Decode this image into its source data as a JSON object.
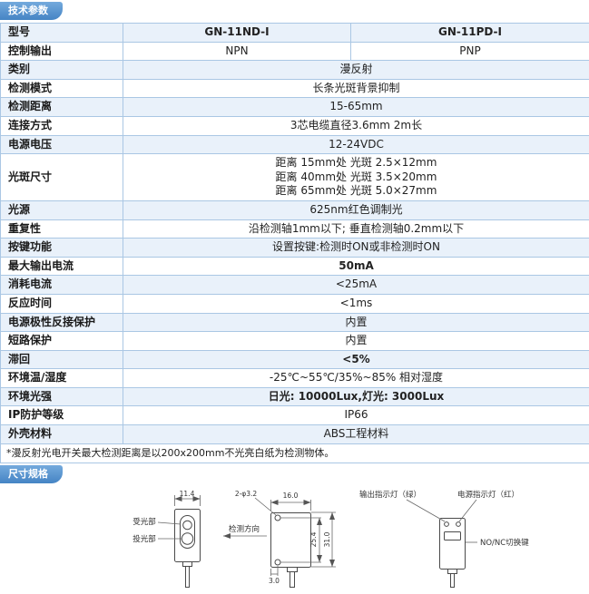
{
  "colors": {
    "accent": "#4a86c8",
    "row_shade": "#e9f1fa",
    "table_border": "#aac7e4",
    "badge_text": "#ffffff"
  },
  "sections": {
    "tech": {
      "title": "技术参数"
    },
    "dims": {
      "title": "尺寸规格"
    }
  },
  "table": {
    "rows": [
      {
        "label": "型号",
        "split": true,
        "bold": true,
        "values": [
          "GN-11ND-I",
          "GN-11PD-I"
        ]
      },
      {
        "label": "控制输出",
        "split": true,
        "values": [
          "NPN",
          "PNP"
        ]
      },
      {
        "label": "类别",
        "values": [
          "漫反射"
        ]
      },
      {
        "label": "检测模式",
        "values": [
          "长条光斑背景抑制"
        ]
      },
      {
        "label": "检测距离",
        "values": [
          "15-65mm"
        ]
      },
      {
        "label": "连接方式",
        "values": [
          "3芯电缆直径3.6mm 2m长"
        ]
      },
      {
        "label": "电源电压",
        "values": [
          "12-24VDC"
        ]
      },
      {
        "label": "光斑尺寸",
        "multiline": true,
        "values": [
          "距离 15mm处 光斑 2.5×12mm",
          "距离 40mm处 光斑 3.5×20mm",
          "距离 65mm处 光斑 5.0×27mm"
        ]
      },
      {
        "label": "光源",
        "values": [
          "625nm红色调制光"
        ]
      },
      {
        "label": "重复性",
        "values": [
          "沿检测轴1mm以下; 垂直检测轴0.2mm以下"
        ]
      },
      {
        "label": "按键功能",
        "values": [
          "设置按键:检测时ON或非检测时ON"
        ]
      },
      {
        "label": "最大输出电流",
        "bold": true,
        "values": [
          "50mA"
        ]
      },
      {
        "label": "消耗电流",
        "values": [
          "<25mA"
        ]
      },
      {
        "label": "反应时间",
        "values": [
          "<1ms"
        ]
      },
      {
        "label": "电源极性反接保护",
        "values": [
          "内置"
        ]
      },
      {
        "label": "短路保护",
        "values": [
          "内置"
        ]
      },
      {
        "label": "滞回",
        "bold": true,
        "values": [
          "<5%"
        ]
      },
      {
        "label": "环境温/湿度",
        "values": [
          "-25℃~55℃/35%~85% 相对湿度"
        ]
      },
      {
        "label": "环境光强",
        "bold": true,
        "values": [
          "日光: 10000Lux,灯光: 3000Lux"
        ]
      },
      {
        "label": "IP防护等级",
        "values": [
          "IP66"
        ]
      },
      {
        "label": "外壳材料",
        "values": [
          "ABS工程材料"
        ]
      }
    ],
    "footnote": "*漫反射光电开关最大检测距离是以200x200mm不光亮白纸为检测物体。"
  },
  "drawings": {
    "front": {
      "width_dim": "11.4",
      "receiver_label": "受光部",
      "emitter_label": "投光部"
    },
    "side": {
      "holes_dim": "2-φ3.2",
      "width_dim": "16.0",
      "direction_label": "检测方向",
      "hole_spacing_dim": "25.4",
      "height_dim": "31.0",
      "bottom_dim": "3.0"
    },
    "top": {
      "output_led_label": "输出指示灯（绿）",
      "power_led_label": "电源指示灯（红）",
      "switch_label": "NO/NC切换键"
    }
  }
}
